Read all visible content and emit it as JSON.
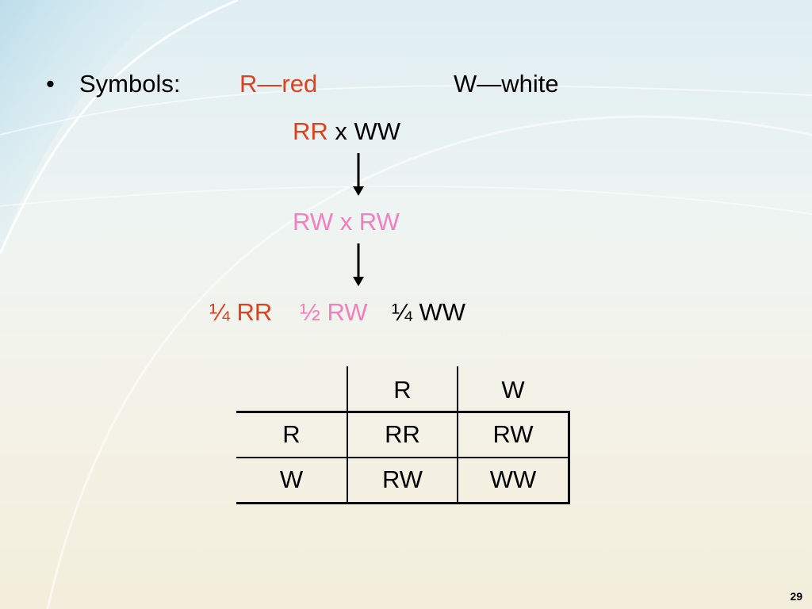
{
  "symbols": {
    "bullet": "•",
    "label": "Symbols:",
    "red": "R—red",
    "white": "W—white"
  },
  "cross1": {
    "left": "RR",
    "rest": " x WW"
  },
  "cross2": {
    "text": "RW x RW"
  },
  "ratios": [
    {
      "frac": "¼",
      "geno": "RR",
      "color": "red"
    },
    {
      "frac": "½",
      "geno": "RW",
      "color": "pink"
    },
    {
      "frac": "¼",
      "geno": "WW",
      "color": "black"
    }
  ],
  "punnett": {
    "col_headers": [
      "R",
      "W"
    ],
    "rows": [
      {
        "header": "R",
        "cells": [
          "RR",
          "RW"
        ]
      },
      {
        "header": "W",
        "cells": [
          "RW",
          "WW"
        ]
      }
    ]
  },
  "slide_number": "29",
  "colors": {
    "red": "#e2401c",
    "pink": "#f47fbf",
    "text": "#000000"
  }
}
